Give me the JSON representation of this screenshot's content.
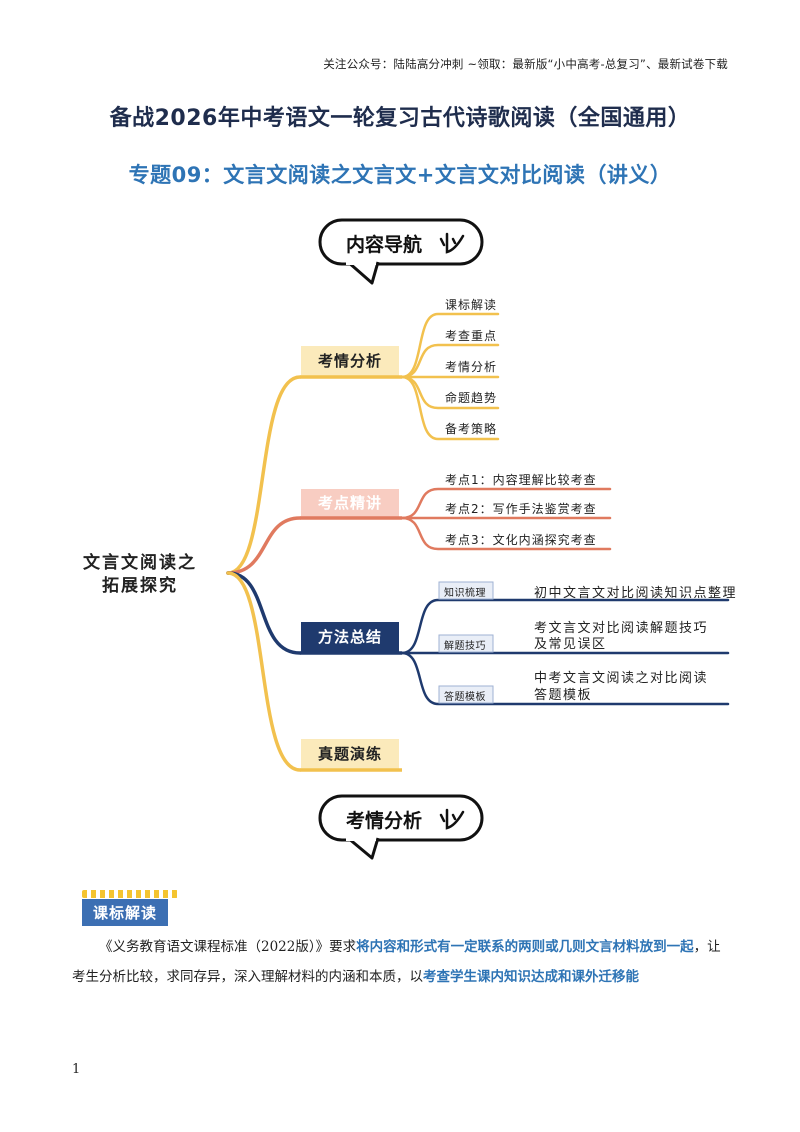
{
  "header": {
    "note": "关注公众号：陆陆高分冲刺 ~领取：最新版“小中高考-总复习”、最新试卷下载"
  },
  "title": {
    "main": "备战2026年中考语文一轮复习古代诗歌阅读（全国通用）",
    "sub": "专题09：文言文阅读之文言文+文言文对比阅读（讲义）"
  },
  "nav_bubble": {
    "label": "内容导航"
  },
  "mindmap": {
    "root": [
      "文言文阅读之",
      "拓展探究"
    ],
    "branches": [
      {
        "label": "考情分析",
        "color": "#f2c14e",
        "items": [
          "课标解读",
          "考查重点",
          "考情分析",
          "命题趋势",
          "备考策略"
        ]
      },
      {
        "label": "考点精讲",
        "color": "#e07a5f",
        "items": [
          "考点1：内容理解比较考查",
          "考点2：写作手法鉴赏考查",
          "考点3：文化内涵探究考查"
        ]
      },
      {
        "label": "方法总结",
        "color": "#1f3a6e",
        "items": [
          {
            "tag": "知识梳理",
            "text": [
              "初中文言文对比阅读知识点整理"
            ]
          },
          {
            "tag": "解题技巧",
            "text": [
              "考文言文对比阅读解题技巧",
              "及常见误区"
            ]
          },
          {
            "tag": "答题模板",
            "text": [
              "中考文言文阅读之对比阅读",
              "答题模板"
            ]
          }
        ]
      },
      {
        "label": "真题演练",
        "color": "#f2c14e",
        "items": []
      }
    ]
  },
  "section_bubble": {
    "label": "考情分析"
  },
  "section": {
    "tag": "课标解读",
    "paragraph": {
      "p1": "《义务教育语文课程标准（2022版）》要求",
      "h1": "将内容和形式有一定联系的两则或几则文言材料放到一起",
      "p2": "，让考生分析比较，求同存异，深入理解材料的内涵和本质，以",
      "h2": "考查学生课内知识达成和课外迁移能"
    }
  },
  "page_number": "1"
}
